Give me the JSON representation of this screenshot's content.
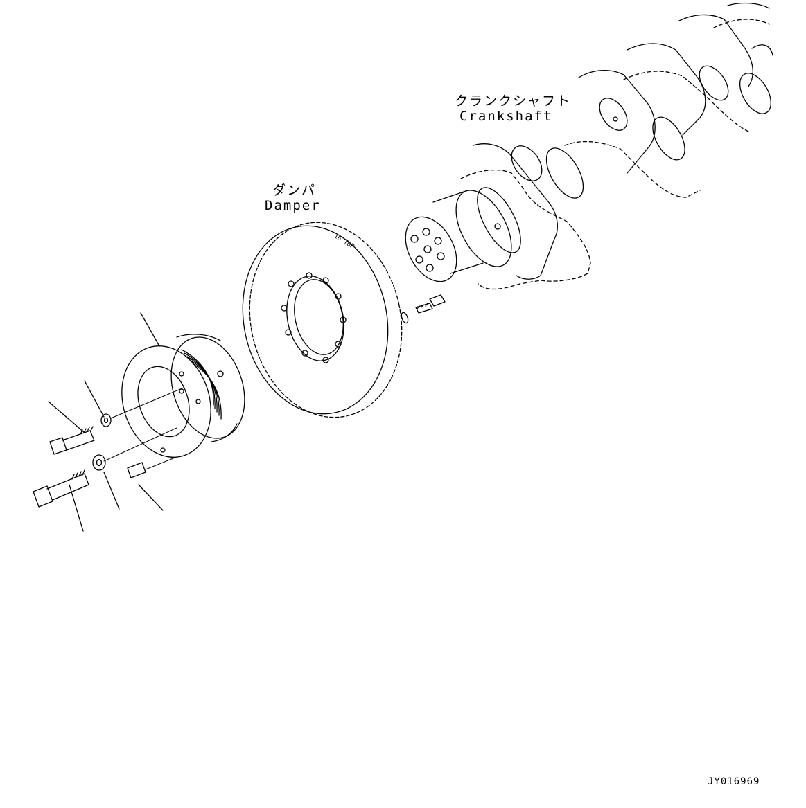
{
  "labels": {
    "crankshaft_jp": "クランクシャフト",
    "crankshaft_en": "Crankshaft",
    "damper_jp": "ダンパ",
    "damper_en": "Damper",
    "damper_mark": "16 TOP"
  },
  "drawing_code": "JY016969",
  "colors": {
    "line": "#000000",
    "background": "#ffffff"
  }
}
